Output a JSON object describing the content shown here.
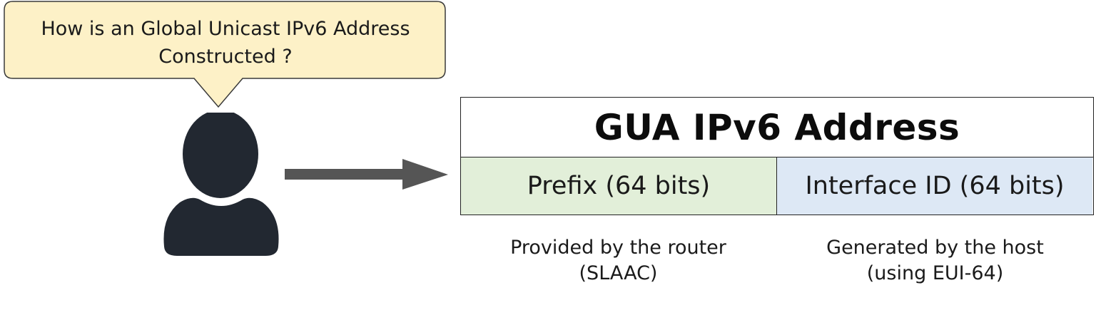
{
  "bubble": {
    "line1": "How is an Global Unicast IPv6 Address",
    "line2": "Constructed ?",
    "fill": "#fdf1c7",
    "stroke": "#3a3a3a"
  },
  "user_icon": {
    "icon": "person-icon",
    "color": "#222831"
  },
  "arrow": {
    "icon": "arrow-right-icon",
    "color": "#555555"
  },
  "address": {
    "title": "GUA IPv6 Address",
    "prefix_label": "Prefix (64 bits)",
    "interface_label": "Interface ID (64 bits)",
    "prefix_color": "#e2efd9",
    "interface_color": "#dde8f5"
  },
  "captions": {
    "prefix_line1": "Provided by the router",
    "prefix_line2": "(SLAAC)",
    "interface_line1": "Generated by the host",
    "interface_line2": "(using EUI-64)"
  }
}
